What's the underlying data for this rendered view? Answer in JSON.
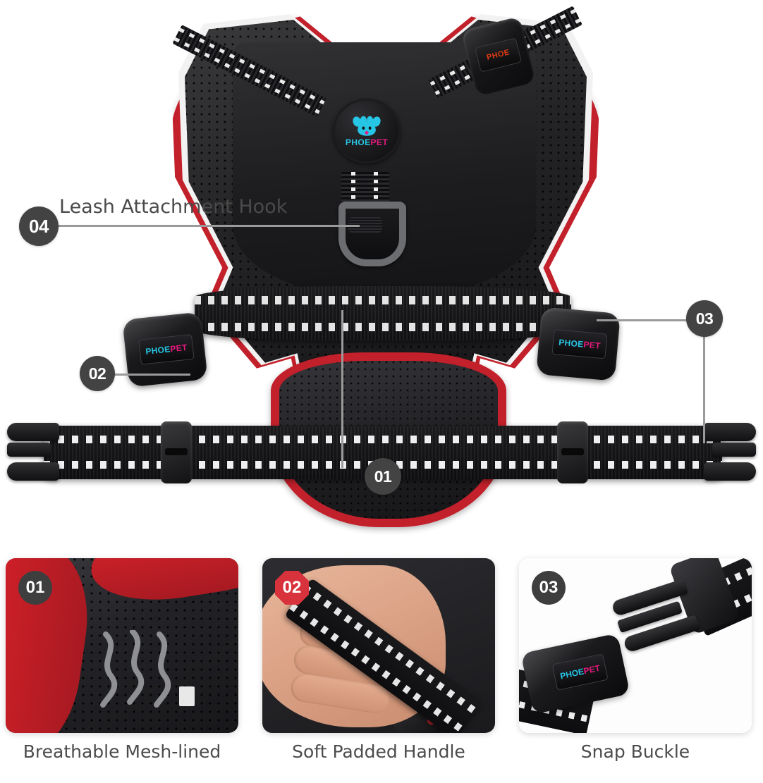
{
  "product": {
    "brand": "PHOEPET",
    "brand_part_a": "PHOE",
    "brand_part_b": "PET",
    "neck_buckle_label": "PHOE"
  },
  "colors": {
    "harness_red": "#c2202a",
    "badge_gray": "#434343",
    "badge_red": "#d8323c",
    "callout_line": "#9a9a9a",
    "callout_text": "#4a4a4a",
    "caption_text": "#4c4c4c",
    "logo_cyan": "#27c6e6",
    "logo_magenta": "#e8197f",
    "neck_label_orange": "#e03a12"
  },
  "hero": {
    "callouts": [
      {
        "number": "04",
        "label": "Leash Attachment Hook",
        "target": "d-ring-leash-hook"
      },
      {
        "number": "02",
        "label": "",
        "target": "left-side-snap-buckle"
      },
      {
        "number": "03",
        "label": "",
        "target": "right-side-snap-buckle"
      },
      {
        "number": "01",
        "label": "",
        "target": "breathable-mesh-chest-pad"
      }
    ]
  },
  "panels": [
    {
      "number": "01",
      "caption": "Breathable Mesh-lined",
      "badge_style": "gray",
      "icon": "airflow-waves-icon"
    },
    {
      "number": "02",
      "caption": "Soft Padded Handle",
      "badge_style": "red",
      "icon": "hand-grip-icon"
    },
    {
      "number": "03",
      "caption": "Snap Buckle",
      "badge_style": "gray",
      "icon": "snap-buckle-icon"
    }
  ]
}
